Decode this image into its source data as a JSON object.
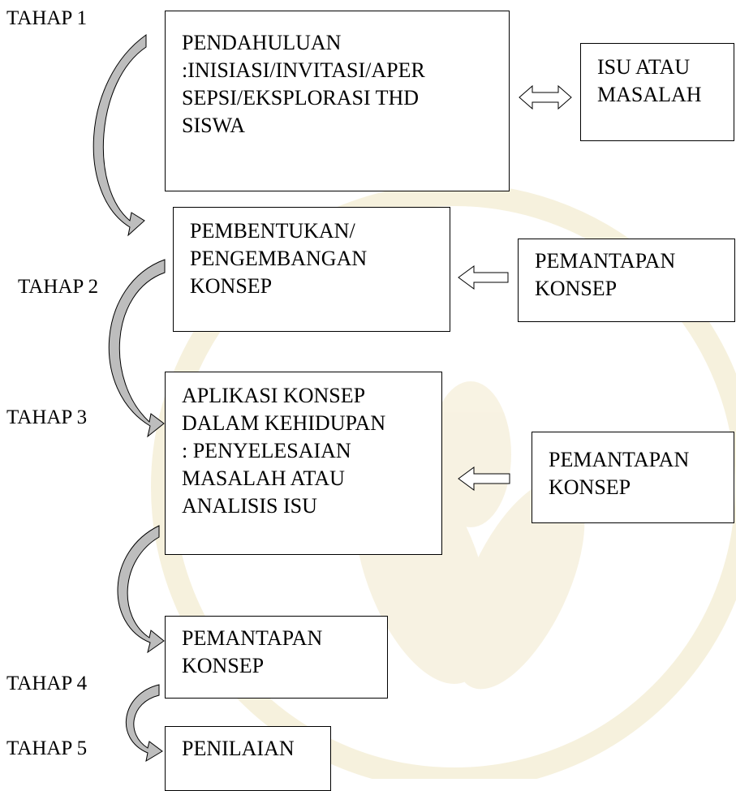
{
  "diagram": {
    "stages": [
      "TAHAP 1",
      "TAHAP 2",
      "TAHAP 3",
      "TAHAP 4",
      "TAHAP 5"
    ],
    "boxes": {
      "pendahuluan": [
        "PENDAHULUAN",
        ":INISIASI/INVITASI/APER",
        "SEPSI/EKSPLORASI THD",
        "SISWA"
      ],
      "isu": [
        "ISU ATAU",
        "MASALAH"
      ],
      "pembentukan": [
        "PEMBENTUKAN/",
        "PENGEMBANGAN",
        "KONSEP"
      ],
      "pemantapan_1": [
        "PEMANTAPAN",
        "KONSEP"
      ],
      "aplikasi": [
        "APLIKASI KONSEP",
        "DALAM KEHIDUPAN",
        ": PENYELESAIAN",
        "MASALAH ATAU",
        "ANALISIS ISU"
      ],
      "pemantapan_2": [
        "PEMANTAPAN",
        "KONSEP"
      ],
      "pemantapan_3": [
        "PEMANTAPAN",
        "KONSEP"
      ],
      "penilaian": [
        "PENILAIAN"
      ]
    }
  }
}
